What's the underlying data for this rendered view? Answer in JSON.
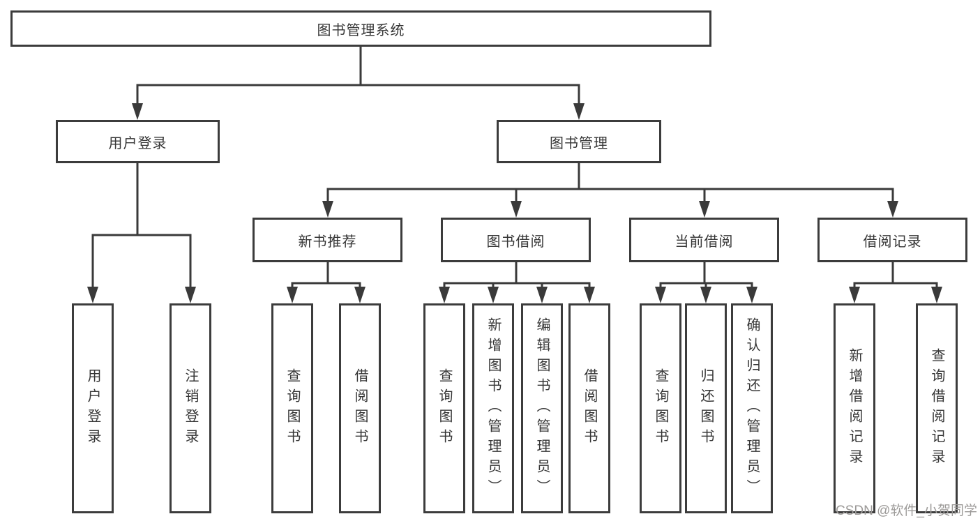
{
  "diagram": {
    "root": {
      "label": "图书管理系统"
    },
    "branches": [
      {
        "label": "用户登录",
        "children": [
          {
            "label": "用户登录"
          },
          {
            "label": "注销登录"
          }
        ]
      },
      {
        "label": "图书管理",
        "children": [
          {
            "label": "新书推荐",
            "children": [
              {
                "label": "查询图书"
              },
              {
                "label": "借阅图书"
              }
            ]
          },
          {
            "label": "图书借阅",
            "children": [
              {
                "label": "查询图书"
              },
              {
                "label": "新增图书（管理员）"
              },
              {
                "label": "编辑图书（管理员）"
              },
              {
                "label": "借阅图书"
              }
            ]
          },
          {
            "label": "当前借阅",
            "children": [
              {
                "label": "查询图书"
              },
              {
                "label": "归还图书"
              },
              {
                "label": "确认归还（管理员）"
              }
            ]
          },
          {
            "label": "借阅记录",
            "children": [
              {
                "label": "新增借阅记录"
              },
              {
                "label": "查询借阅记录"
              }
            ]
          }
        ]
      }
    ]
  },
  "watermark": {
    "text": "CSDN @软件_小贺同学"
  },
  "colors": {
    "line": "#3a3a3a",
    "box_border": "#3c3c3c",
    "box_fill": "#ffffff",
    "text": "#363636",
    "watermark": "#9c9a98",
    "background": "#ffffff"
  }
}
